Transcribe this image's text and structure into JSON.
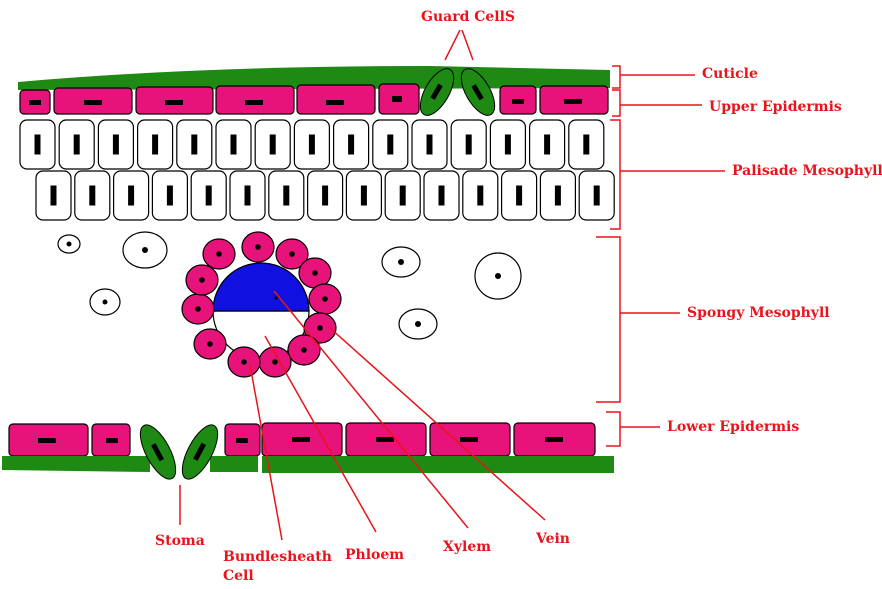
{
  "labels": {
    "guard_cells": "Guard CellS",
    "cuticle": "Cuticle",
    "upper_epidermis": "Upper Epidermis",
    "palisade_mesophyll": "Palisade Mesophyll",
    "spongy_mesophyll": "Spongy Mesophyll",
    "lower_epidermis": "Lower Epidermis",
    "stoma": "Stoma",
    "bundlesheath_line1": "Bundlesheath",
    "bundlesheath_line2": "Cell",
    "phloem": "Phloem",
    "xylem": "Xylem",
    "vein": "Vein"
  },
  "colors": {
    "label": "#e8131b",
    "epidermis": "#e8137a",
    "cuticle": "#1e8a14",
    "xylem": "#1010e0"
  }
}
